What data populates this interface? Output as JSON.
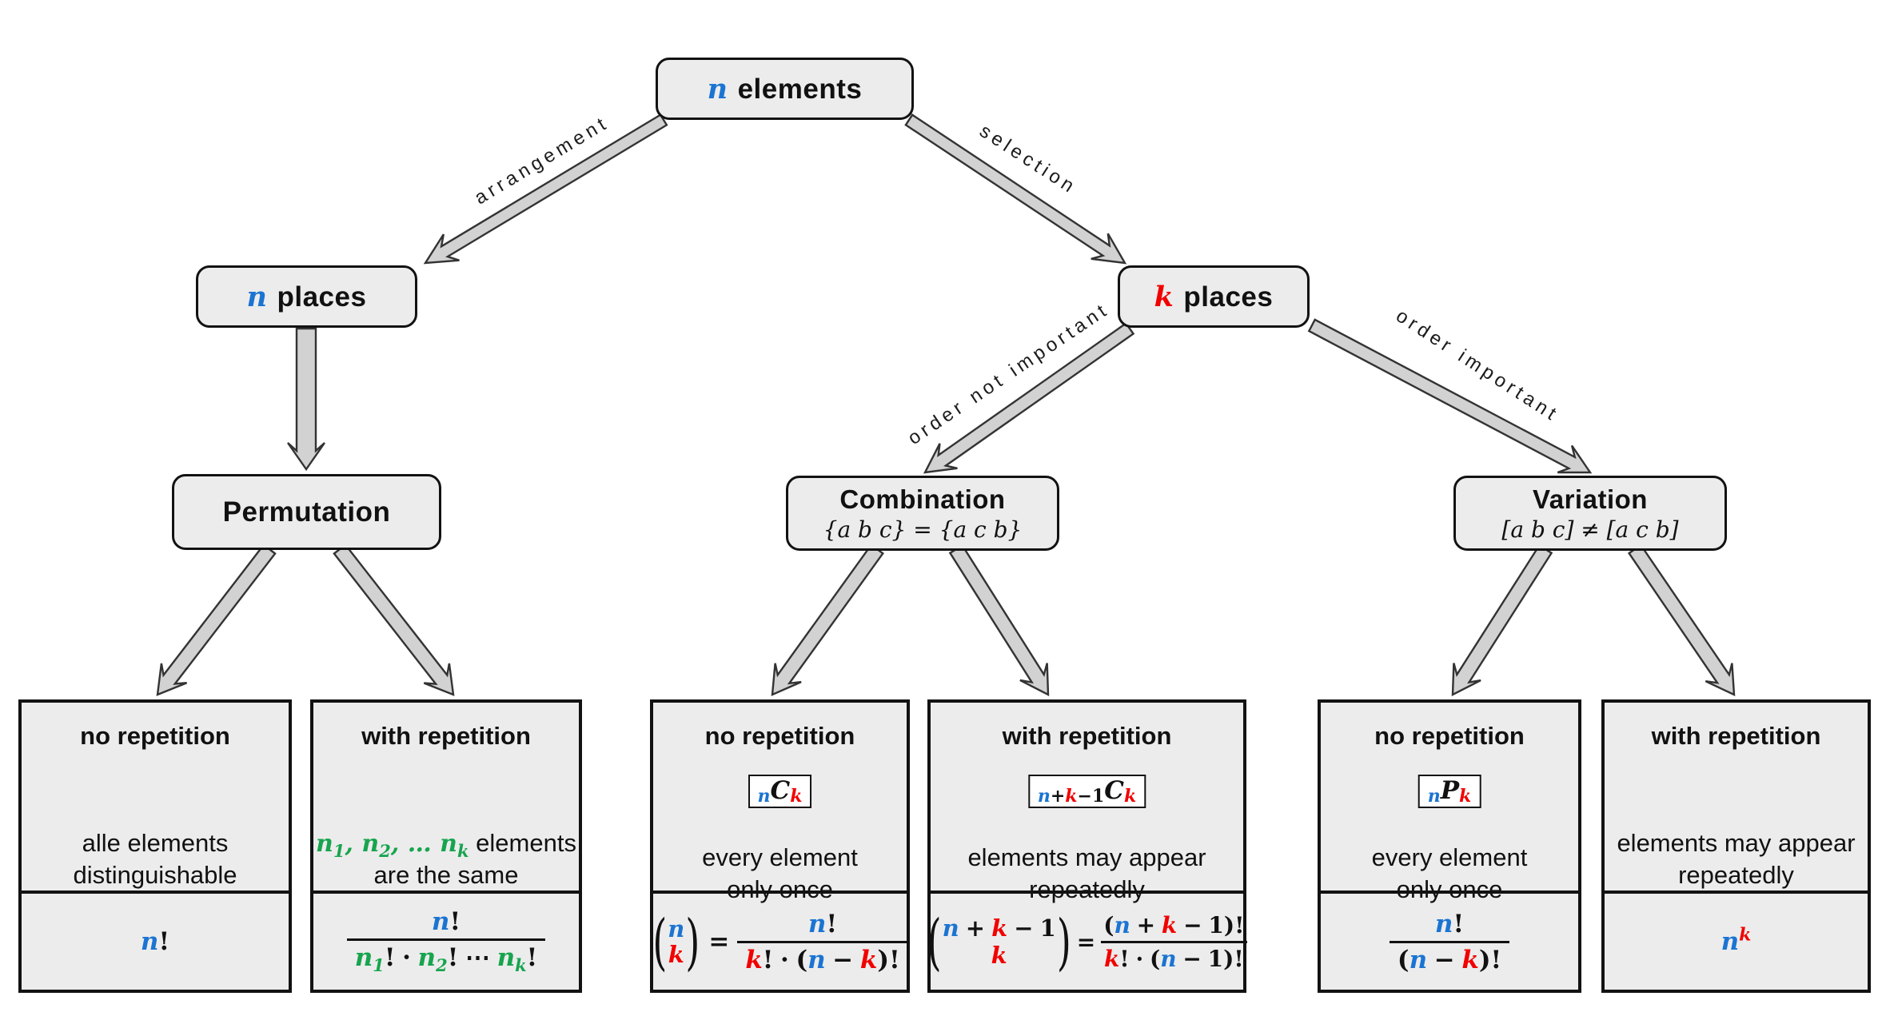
{
  "colors": {
    "blue": "#1b74d2",
    "red": "#f20000",
    "green": "#17a44e",
    "node_fill": "#ececec",
    "node_border": "#121212",
    "arrow_fill": "#d2d2d2"
  },
  "nodes": {
    "root": {
      "var": "n",
      "text": "elements"
    },
    "n_places": {
      "var": "n",
      "text": "places"
    },
    "k_places": {
      "var": "k",
      "text": "places"
    },
    "permutation": {
      "title": "Permutation"
    },
    "combination": {
      "title": "Combination",
      "subtitle": "{a b c} = {a c b}"
    },
    "variation": {
      "title": "Variation",
      "subtitle": "[a b c] ≠ [a c b]"
    }
  },
  "edge_labels": {
    "arrangement": "arrangement",
    "selection": "selection",
    "order_not_important": "order not important",
    "order_important": "order important"
  },
  "leaves": [
    {
      "group": "permutation",
      "title": "no repetition",
      "desc": [
        "alle elements",
        "distinguishable"
      ]
    },
    {
      "group": "permutation",
      "title": "with repetition",
      "desc": [
        "elements",
        "are the same"
      ]
    },
    {
      "group": "combination",
      "title": "no repetition",
      "desc": [
        "every element",
        "only once"
      ]
    },
    {
      "group": "combination",
      "title": "with repetition",
      "desc": [
        "elements may appear",
        "repeatedly"
      ]
    },
    {
      "group": "variation",
      "title": "no repetition",
      "desc": [
        "every element",
        "only once"
      ]
    },
    {
      "group": "variation",
      "title": "with repetition",
      "desc": [
        "elements may appear",
        "repeatedly"
      ]
    }
  ],
  "math": {
    "n": "n",
    "k": "k",
    "C": "C",
    "P": "P",
    "fact": "!",
    "cdot": "·",
    "cdots": "⋯",
    "plus": "+",
    "minus": "−",
    "one": "1",
    "equals": "=",
    "lpar": "(",
    "rpar": ")",
    "comma": ",",
    "ellipsis": "…",
    "sub1": "1",
    "sub2": "2",
    "subk": "k"
  }
}
